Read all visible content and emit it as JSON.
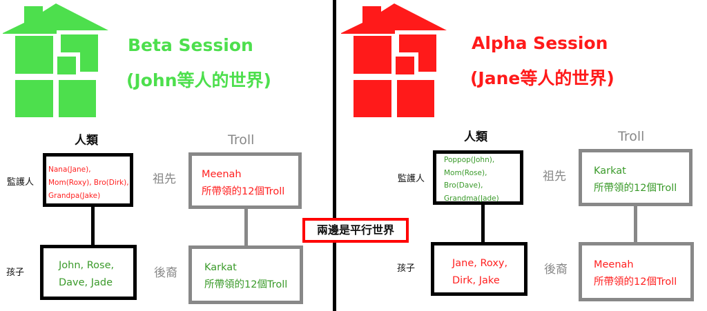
{
  "colors": {
    "beta": "#4ddf4d",
    "alpha": "#ff1a1a"
  },
  "center_label": "兩邊是平行世界",
  "beta": {
    "title": "Beta Session",
    "subtitle": "(John等人的世界)",
    "human_header": "人類",
    "troll_header": "Troll",
    "guardian_label": "監護人",
    "child_label": "孩子",
    "ancestor_label": "祖先",
    "descendant_label": "後裔",
    "guardians": [
      "Nana(Jane),",
      "Mom(Roxy), Bro(Dirk),",
      "Grandpa(Jake)"
    ],
    "children": [
      "John, Rose,",
      "Dave, Jade"
    ],
    "ancestor": [
      "Meenah",
      "所帶領的12個Troll"
    ],
    "descendant": [
      "Karkat",
      "所帶領的12個Troll"
    ]
  },
  "alpha": {
    "title": "Alpha Session",
    "subtitle": "(Jane等人的世界)",
    "human_header": "人類",
    "troll_header": "Troll",
    "guardian_label": "監護人",
    "child_label": "孩子",
    "ancestor_label": "祖先",
    "descendant_label": "後裔",
    "guardians": [
      "Poppop(John),",
      "Mom(Rose),",
      "Bro(Dave),",
      "Grandma(Jade)"
    ],
    "children": [
      "Jane, Roxy,",
      "Dirk, Jake"
    ],
    "ancestor": [
      "Karkat",
      "所帶領的12個Troll"
    ],
    "descendant": [
      "Meenah",
      "所帶領的12個Troll"
    ]
  }
}
